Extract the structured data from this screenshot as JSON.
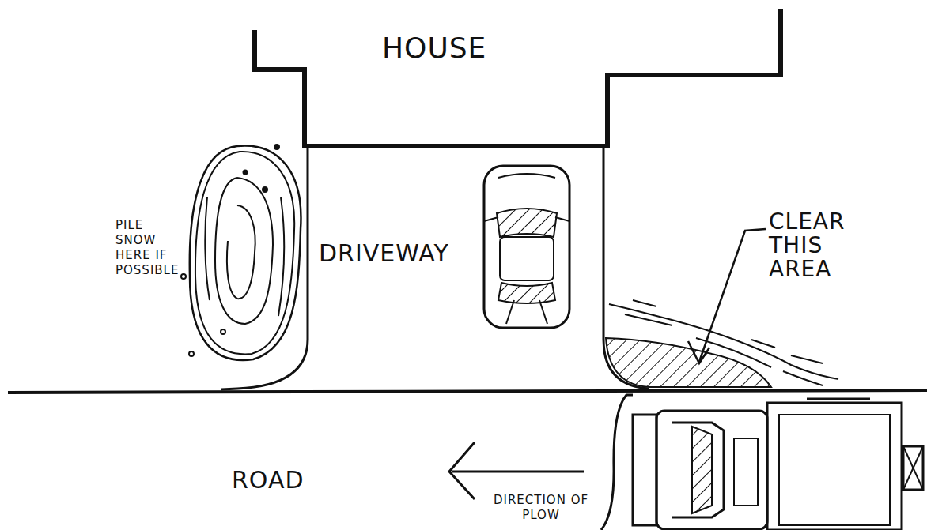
{
  "diagram": {
    "labels": [
      "HOUSE",
      "PILE SNOW HERE IF POSSIBLE",
      "DRIVEWAY",
      "CLEAR THIS AREA",
      "ROAD",
      "DIRECTION OF PLOW"
    ]
  }
}
